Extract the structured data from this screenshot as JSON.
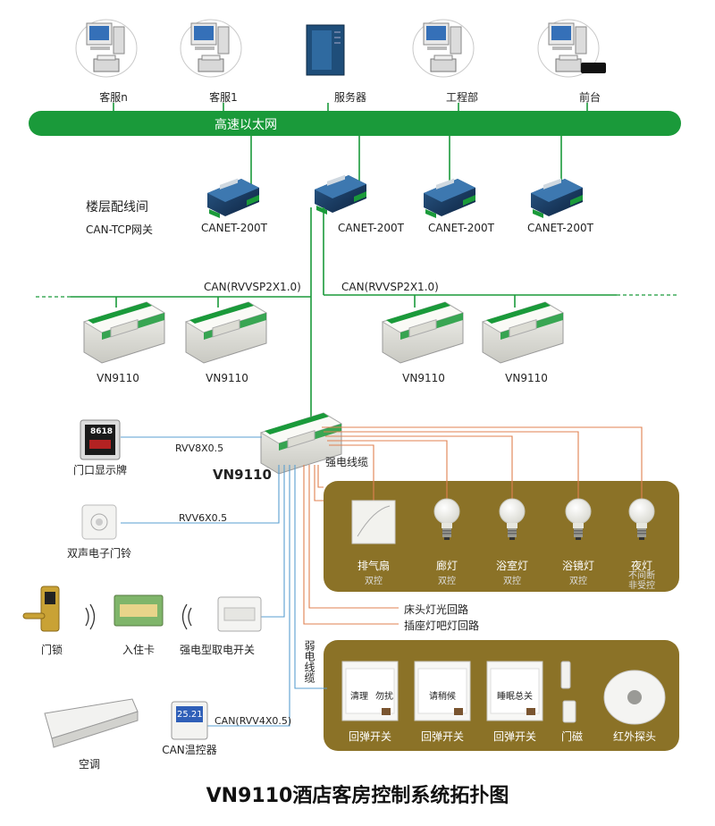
{
  "title": "VN9110酒店客房控制系统拓扑图",
  "network": {
    "ethernet_label": "高速以太网",
    "terminals": [
      "客服n",
      "客服1",
      "服务器",
      "工程部",
      "前台"
    ]
  },
  "floor": {
    "label": "楼层配线间",
    "gateway_label": "CAN-TCP网关",
    "gateways": [
      "CANET-200T",
      "CANET-200T",
      "CANET-200T",
      "CANET-200T"
    ]
  },
  "can_bus": {
    "left_label": "CAN(RVVSP2X1.0)",
    "right_label": "CAN(RVVSP2X1.0)"
  },
  "modules": [
    "VN9110",
    "VN9110",
    "VN9110",
    "VN9110"
  ],
  "main_controller": "VN9110",
  "left_devices": {
    "display": {
      "label": "门口显示牌",
      "screen": "8618",
      "cable": "RVV8X0.5"
    },
    "doorbell": {
      "label": "双声电子门铃",
      "cable": "RVV6X0.5"
    },
    "lock": "门锁",
    "card": "入住卡",
    "power_switch": "强电型取电开关",
    "ac": "空调",
    "thermostat": {
      "label": "CAN温控器",
      "display": "25.21",
      "cable": "CAN(RVV4X0.5)"
    }
  },
  "strong_power": {
    "cable_label": "强电线缆",
    "loads": [
      {
        "name": "排气扇",
        "sub": "双控"
      },
      {
        "name": "廊灯",
        "sub": "双控"
      },
      {
        "name": "浴室灯",
        "sub": "双控"
      },
      {
        "name": "浴镜灯",
        "sub": "双控"
      },
      {
        "name": "夜灯",
        "sub": "不间断\n非受控"
      }
    ],
    "circuits": [
      "床头灯光回路",
      "插座灯吧灯回路"
    ]
  },
  "weak_power": {
    "cable_label": "弱电线缆",
    "panels": [
      {
        "label": "回弹开关",
        "buttons": [
          "清理",
          "勿扰"
        ]
      },
      {
        "label": "回弹开关",
        "buttons": [
          "请稍候"
        ]
      },
      {
        "label": "回弹开关",
        "buttons": [
          "睡眠总关"
        ]
      }
    ],
    "door_sensor": "门磁",
    "ir_sensor": "红外探头"
  },
  "colors": {
    "ethernet": "#1a9a3a",
    "panel": "#8b7227",
    "power_line": "#e08050",
    "signal_line": "#5a9fd0",
    "can_line": "#1a9a3a"
  }
}
